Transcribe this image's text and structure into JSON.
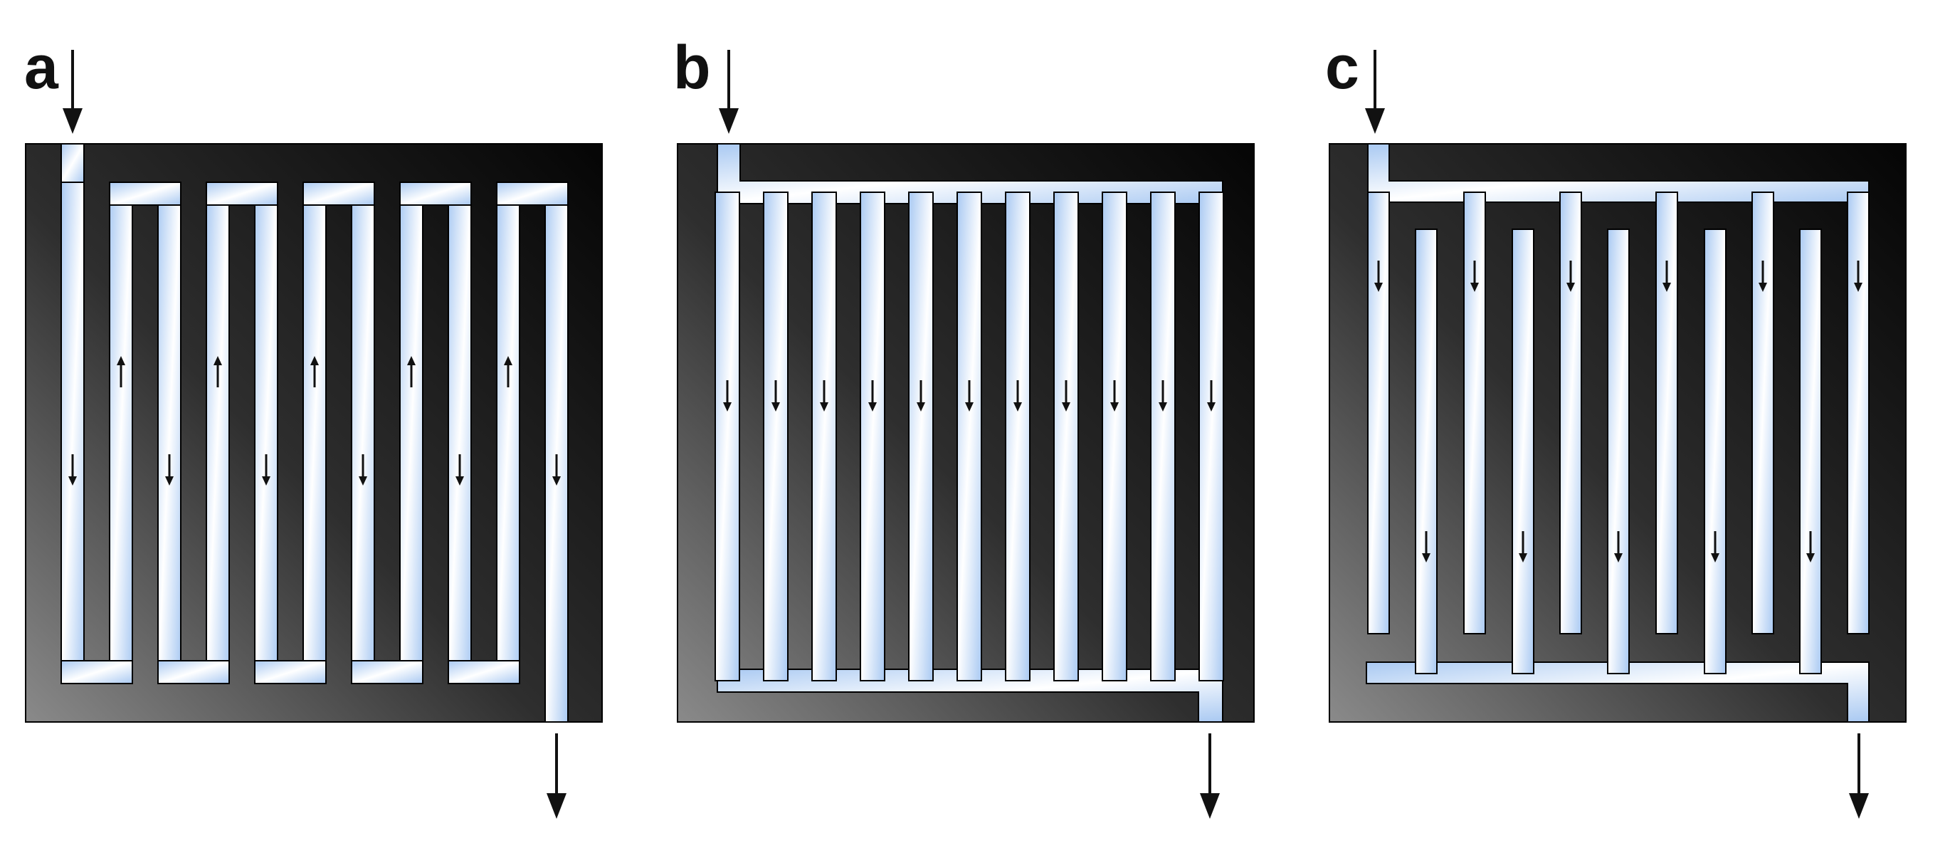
{
  "figure": {
    "panels": [
      {
        "label": "a",
        "design": "serpentine"
      },
      {
        "label": "b",
        "design": "parallel"
      },
      {
        "label": "c",
        "design": "interdigitated"
      }
    ],
    "colors": {
      "plate_dark": "#0c0c0c",
      "plate_light": "#8a8a8a",
      "channel_light": "#ffffff",
      "channel_blue": "#a9c9f2",
      "arrow": "#111111"
    },
    "icons": {
      "inlet": "arrow-down-icon",
      "outlet": "arrow-down-icon",
      "flow": "flow-arrow-icon"
    }
  }
}
